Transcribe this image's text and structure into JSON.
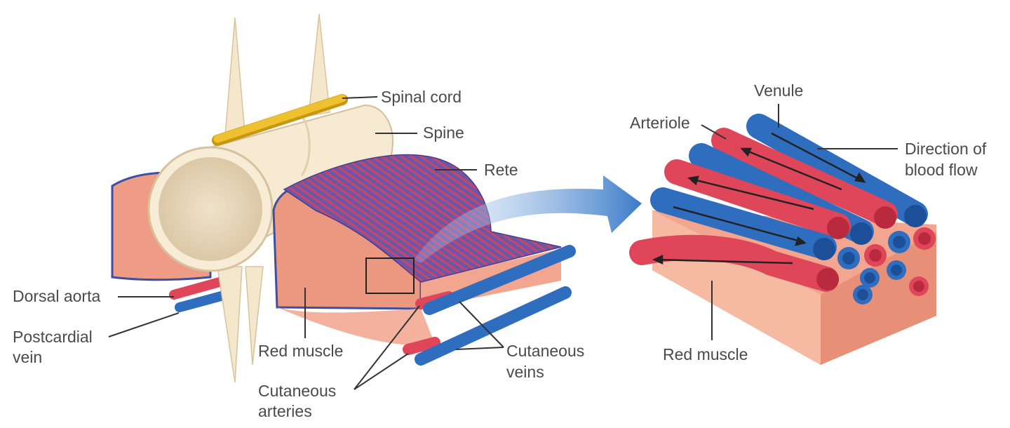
{
  "labels": {
    "spinal_cord": "Spinal cord",
    "spine": "Spine",
    "rete": "Rete",
    "dorsal_aorta": "Dorsal aorta",
    "postcardial_vein_1": "Postcardial",
    "postcardial_vein_2": "vein",
    "red_muscle_left": "Red muscle",
    "cutaneous_arteries_1": "Cutaneous",
    "cutaneous_arteries_2": "arteries",
    "cutaneous_veins_1": "Cutaneous",
    "cutaneous_veins_2": "veins",
    "venule": "Venule",
    "arteriole": "Arteriole",
    "direction_1": "Direction of",
    "direction_2": "blood flow",
    "red_muscle_right": "Red muscle"
  },
  "colors": {
    "artery_red": "#e0465a",
    "vein_blue": "#2f6dbf",
    "muscle": "#f2a58f",
    "bone": "#f6ead2",
    "spinal_cord": "#f0c12e",
    "arrow_blue": "#3a7ac8"
  }
}
